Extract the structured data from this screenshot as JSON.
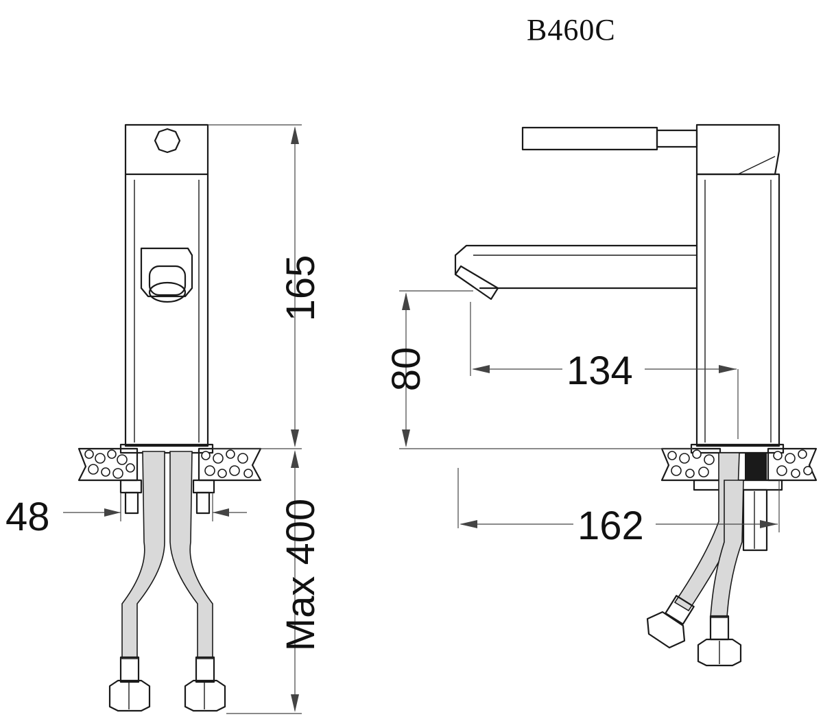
{
  "title": "B460C",
  "dimensions": {
    "height_body": "165",
    "spout_height": "80",
    "spout_reach": "134",
    "total_depth": "162",
    "base_width": "48",
    "hose_length": "Max 400"
  },
  "colors": {
    "line": "#1a1a1a",
    "dimension_line": "#444444",
    "background": "#ffffff"
  }
}
